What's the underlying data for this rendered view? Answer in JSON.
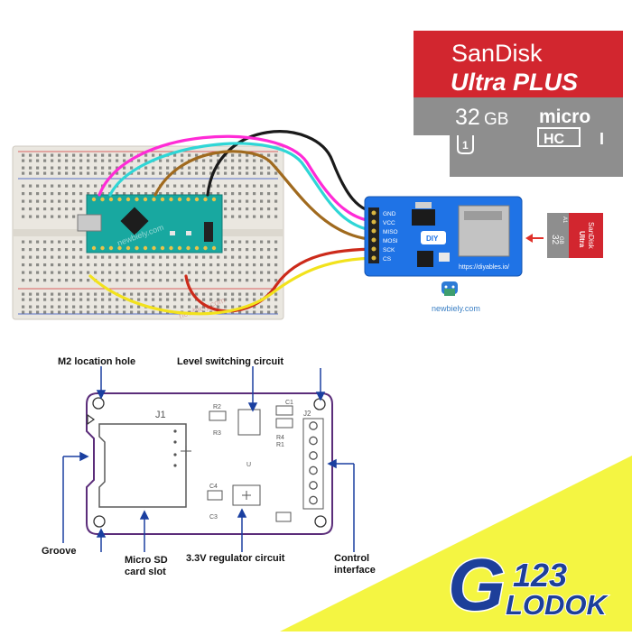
{
  "sd_card": {
    "brand": "SanDisk",
    "product": "Ultra PLUS",
    "capacity": "32",
    "capacity_unit": "GB",
    "format": "micro",
    "hc": "HC",
    "class_mark": "I",
    "speed_class": "1"
  },
  "small_card": {
    "capacity": "32",
    "unit": "GB",
    "brand": "SanDisk",
    "product": "Ultra",
    "class": "A1"
  },
  "module": {
    "pins": [
      "GND",
      "VCC",
      "MISO",
      "MOSI",
      "SCK",
      "CS"
    ],
    "url": "https://diyables.io/",
    "diy_label": "DIY"
  },
  "watermarks": {
    "newbiely_1": "newbiely.com",
    "newbiely_2": "newbiely.com",
    "newbiely_footer": "newbiely.com"
  },
  "pcb": {
    "refs": {
      "j1": "J1",
      "j2": "J2",
      "r1": "R1",
      "r2": "R2",
      "r3": "R3",
      "r4": "R4",
      "c1": "C1",
      "c3": "C3",
      "c4": "C4",
      "u": "U"
    },
    "labels": {
      "m2_hole": "M2 location hole",
      "level_switching": "Level switching circuit",
      "groove": "Groove",
      "micro_sd_1": "Micro SD",
      "micro_sd_2": "card slot",
      "regulator": "3.3V regulator circuit",
      "control_1": "Control",
      "control_2": "interface"
    }
  },
  "logo": {
    "mark": "G",
    "number": "123",
    "text": "LODOK"
  },
  "colors": {
    "wire_black": "#1a1a1a",
    "wire_magenta": "#ff2bd6",
    "wire_cyan": "#2fd6d6",
    "wire_brown": "#a06a1e",
    "wire_red": "#cc2a1a",
    "wire_yellow": "#f2e21c",
    "module_blue": "#1f73e6",
    "arduino_teal": "#18a8a0",
    "sd_red": "#d2262f",
    "sd_gray": "#8e8e8e",
    "banner_yellow": "#f4f542",
    "logo_blue": "#1d3f9a"
  }
}
